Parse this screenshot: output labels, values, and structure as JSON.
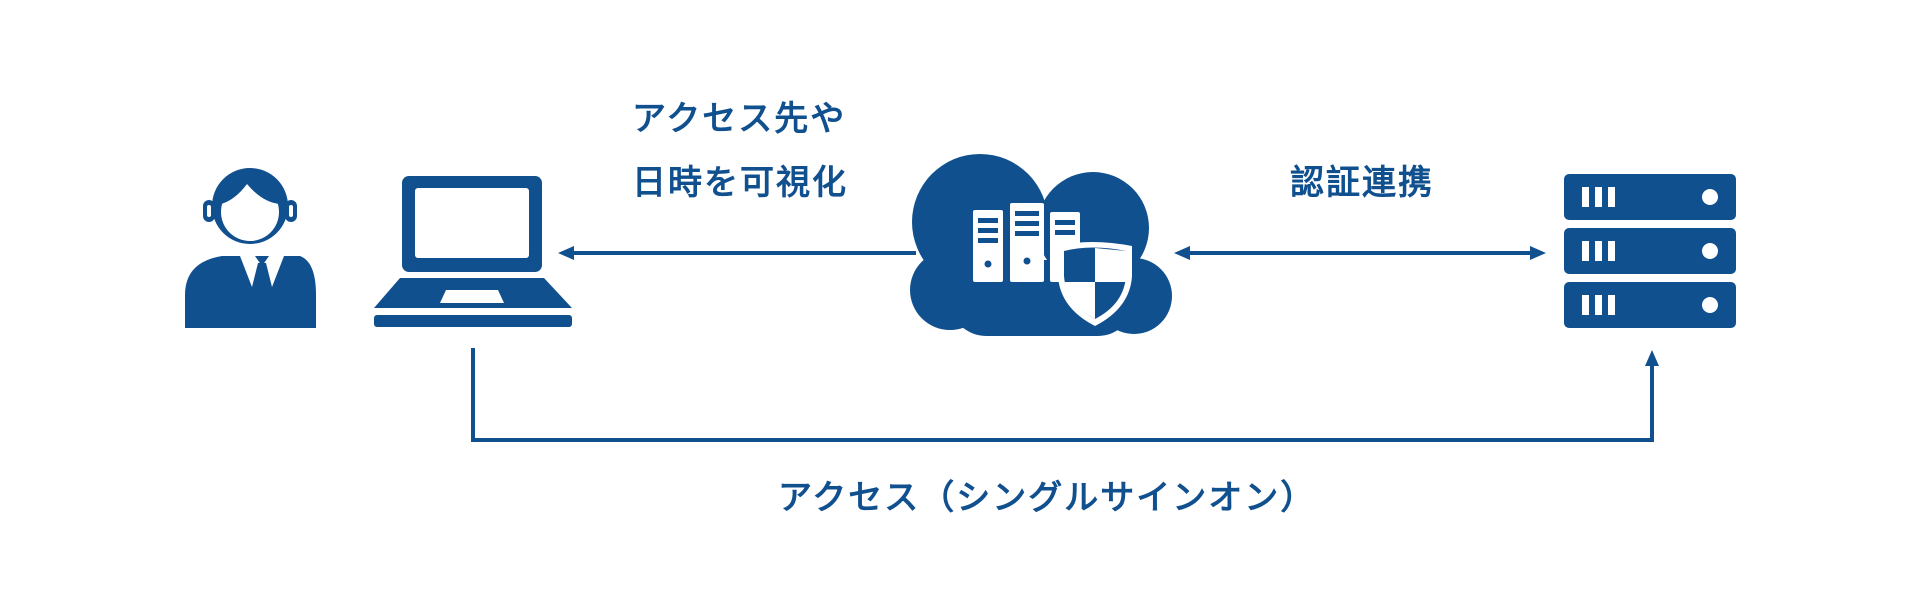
{
  "colors": {
    "primary": "#11508f",
    "background": "#ffffff"
  },
  "labels": {
    "visualize_line1": "アクセス先や",
    "visualize_line2": "日時を可視化",
    "auth_link": "認証連携",
    "access_sso": "アクセス（シングルサインオン）"
  },
  "icons": {
    "user": "user-icon",
    "laptop": "laptop-icon",
    "cloud": "cloud-security-icon",
    "server": "server-rack-icon"
  }
}
